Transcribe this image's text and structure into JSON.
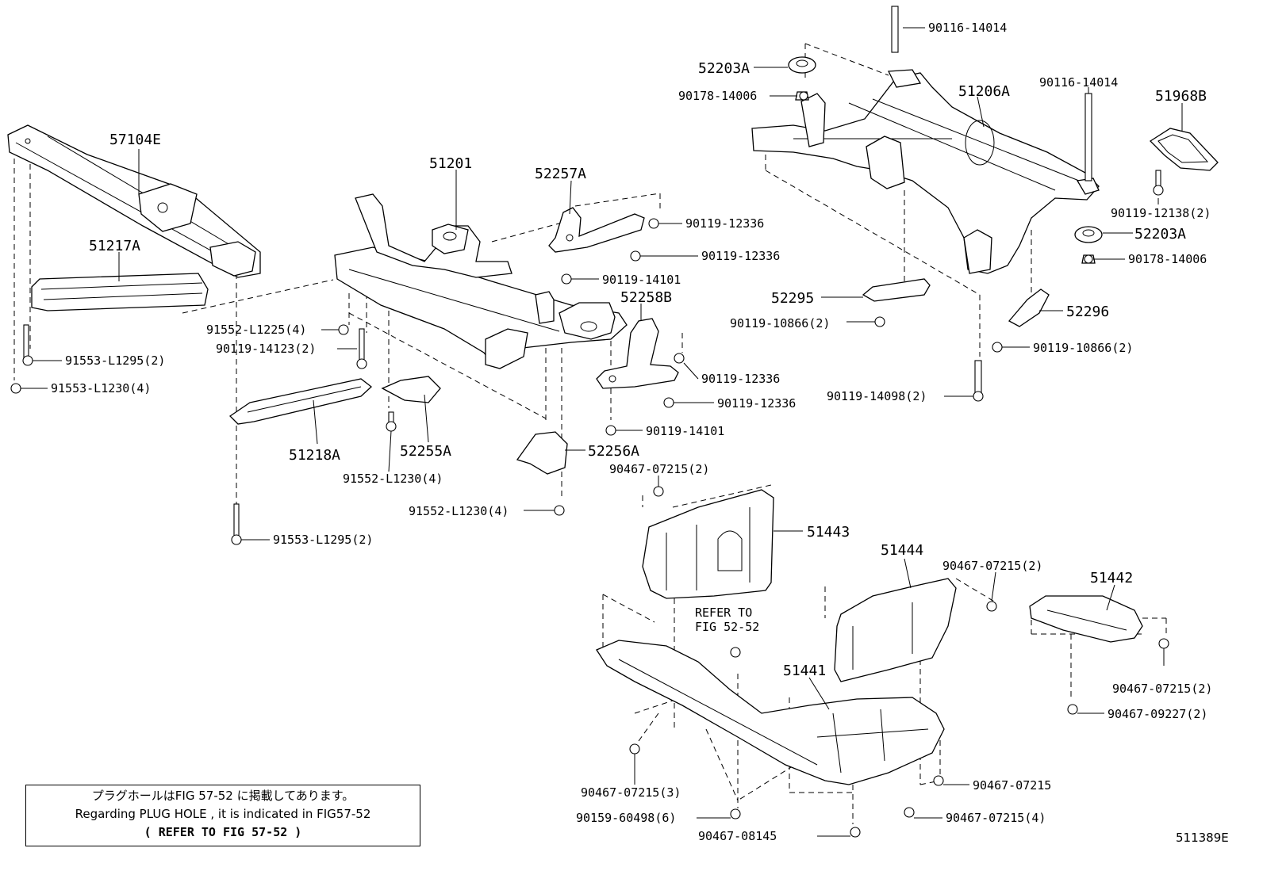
{
  "parts": {
    "p57104E": "57104E",
    "p51201": "51201",
    "p51217A": "51217A",
    "p52257A": "52257A",
    "p52258B": "52258B",
    "p51218A": "51218A",
    "p52255A": "52255A",
    "p52256A": "52256A",
    "p52203A_top": "52203A",
    "p51206A": "51206A",
    "p51968B": "51968B",
    "p52203A_bot": "52203A",
    "p52295": "52295",
    "p52296": "52296",
    "p51443": "51443",
    "p51444": "51444",
    "p51442": "51442",
    "p51441": "51441"
  },
  "fasteners": {
    "f90116_14014_a": "90116-14014",
    "f90178_14006_a": "90178-14006",
    "f90116_14014_b": "90116-14014",
    "f90119_12138": "90119-12138(2)",
    "f90178_14006_b": "90178-14006",
    "f90119_12336_a": "90119-12336",
    "f90119_12336_b": "90119-12336",
    "f90119_14101_a": "90119-14101",
    "f91552_L1225": "91552-L1225(4)",
    "f90119_14123": "90119-14123(2)",
    "f91553_L1295_a": "91553-L1295(2)",
    "f91553_L1230": "91553-L1230(4)",
    "f90119_10866_a": "90119-10866(2)",
    "f90119_10866_b": "90119-10866(2)",
    "f90119_12336_c": "90119-12336",
    "f90119_12336_d": "90119-12336",
    "f90119_14098": "90119-14098(2)",
    "f90119_14101_b": "90119-14101",
    "f90467_07215_a": "90467-07215(2)",
    "f91552_L1230_a": "91552-L1230(4)",
    "f91552_L1230_b": "91552-L1230(4)",
    "f91553_L1295_b": "91553-L1295(2)",
    "f90467_07215_b": "90467-07215(2)",
    "f90467_07215_c": "90467-07215(2)",
    "f90467_09227": "90467-09227(2)",
    "f90467_07215_d": "90467-07215(3)",
    "f90467_07215_e": "90467-07215",
    "f90159_60498": "90159-60498(6)",
    "f90467_07215_f": "90467-07215(4)",
    "f90467_08145": "90467-08145"
  },
  "refer": {
    "line1": "REFER TO",
    "line2": "FIG 52-52"
  },
  "note": {
    "line1": "プラグホールはFIG 57-52 に掲載してあります。",
    "line2": "Regarding PLUG HOLE , it is indicated in FIG57-52",
    "line3": "( REFER TO FIG 57-52  )"
  },
  "figure_id": "511389E"
}
